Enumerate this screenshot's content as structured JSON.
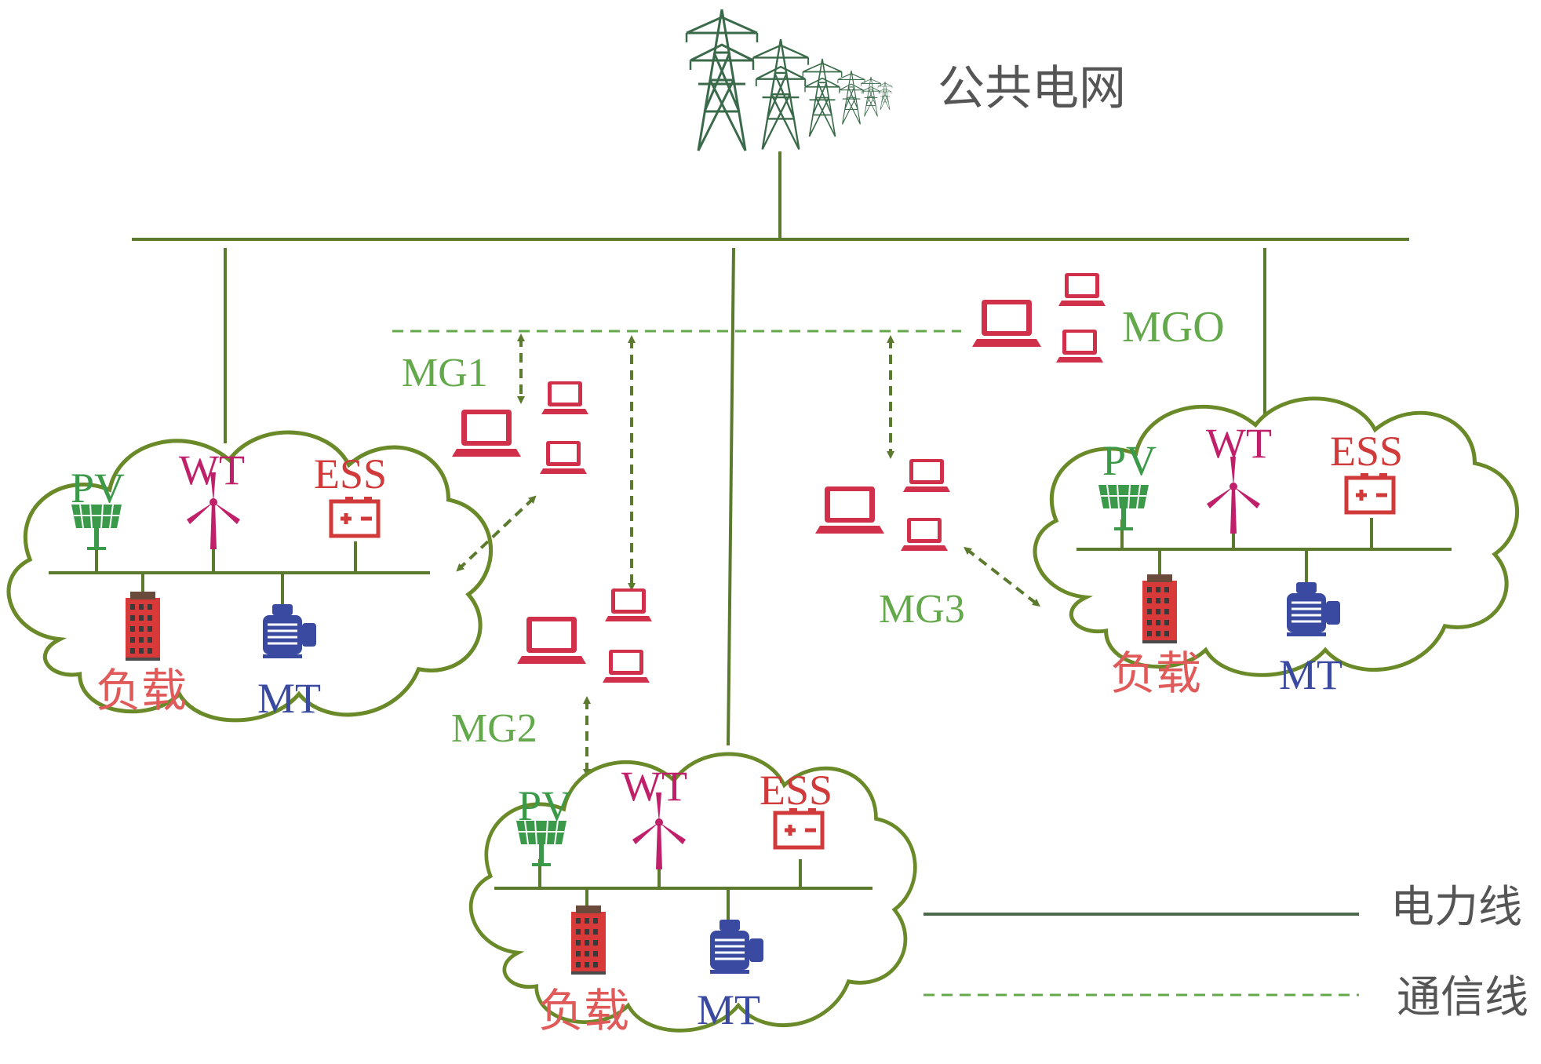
{
  "grid": {
    "label": "公共电网"
  },
  "operator": {
    "label": "MGO"
  },
  "microgrids": [
    {
      "name": "MG1",
      "pv": "PV",
      "wt": "WT",
      "ess": "ESS",
      "load": "负载",
      "mt": "MT"
    },
    {
      "name": "MG2",
      "pv": "PV",
      "wt": "WT",
      "ess": "ESS",
      "load": "负载",
      "mt": "MT"
    },
    {
      "name": "MG3",
      "pv": "PV",
      "wt": "WT",
      "ess": "ESS",
      "load": "负载",
      "mt": "MT"
    }
  ],
  "legend": {
    "power_line": "电力线",
    "comm_line": "通信线"
  },
  "colors": {
    "line": "#5b7a2e",
    "legend_line": "#4a6a4a",
    "comm": "#63a84a",
    "computer": "#d0304a",
    "pv": "#3a9a4a",
    "wt": "#c0206a",
    "ess": "#d03a3a",
    "load": "#e05a5a",
    "mt": "#3a4aa0",
    "cloud": "#6a8a2a",
    "tower": "#3a6a4a",
    "text_gray": "#555555"
  }
}
